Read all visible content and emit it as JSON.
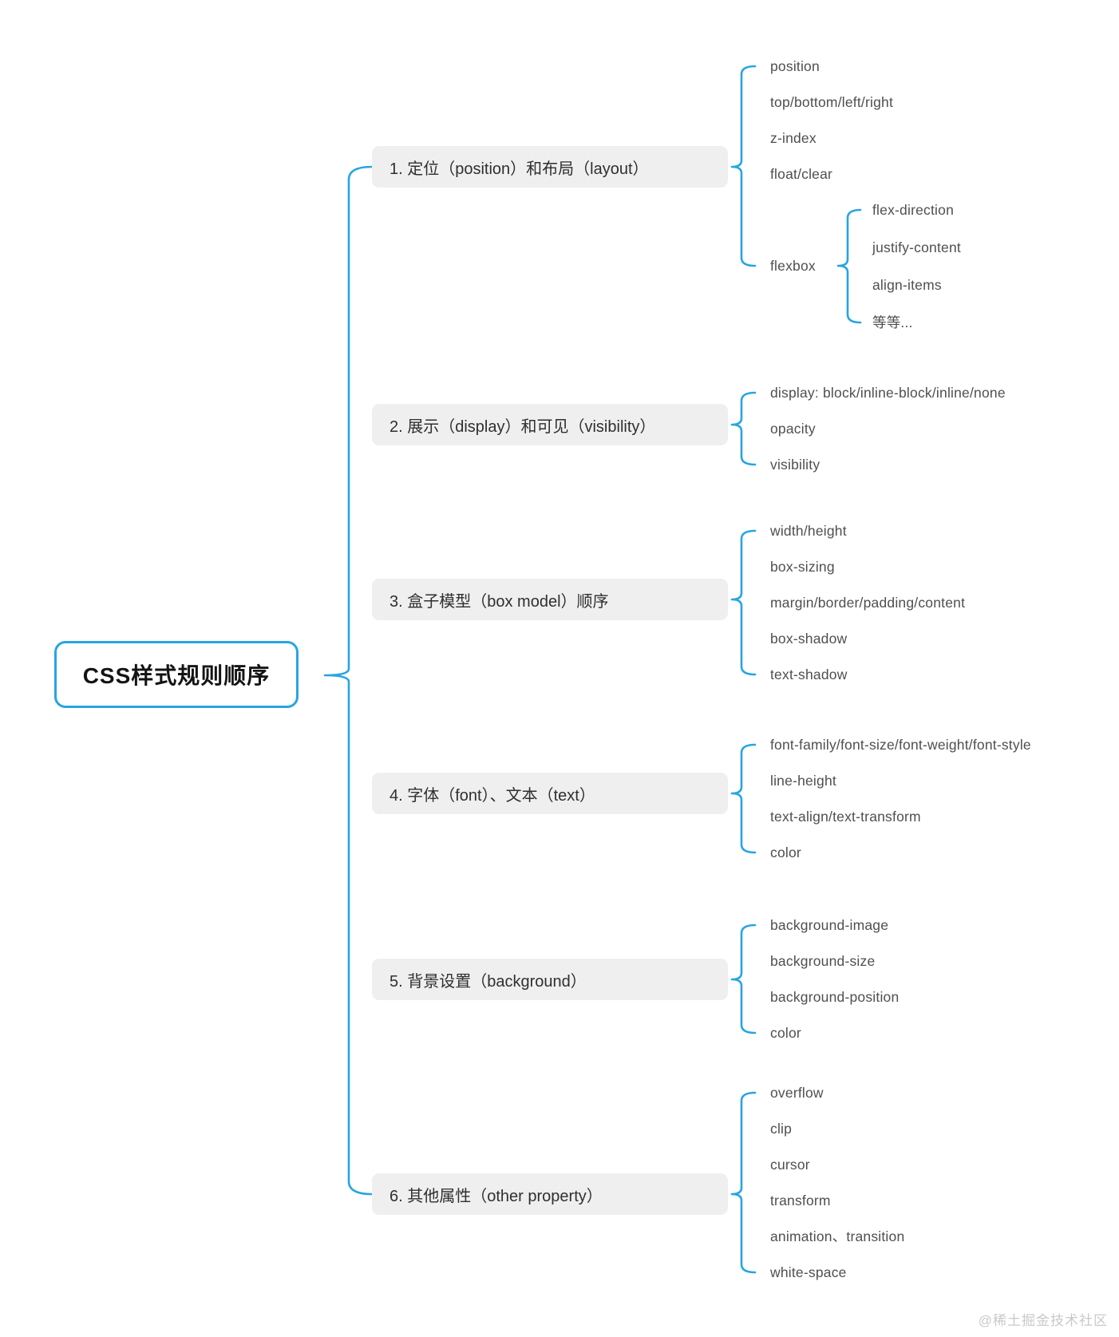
{
  "root": {
    "label": "CSS样式规则顺序"
  },
  "watermark": "@稀土掘金技术社区",
  "colors": {
    "accent": "#27a5e3",
    "branch_bg": "#efefef",
    "leaf_text": "#4f4f4f"
  },
  "branches": [
    {
      "label": "1. 定位（position）和布局（layout）",
      "leaves": [
        {
          "label": "position"
        },
        {
          "label": "top/bottom/left/right"
        },
        {
          "label": "z-index"
        },
        {
          "label": "float/clear"
        },
        {
          "label": "flexbox",
          "children": [
            {
              "label": "flex-direction"
            },
            {
              "label": "justify-content"
            },
            {
              "label": "align-items"
            },
            {
              "label": "等等..."
            }
          ]
        }
      ]
    },
    {
      "label": "2. 展示（display）和可见（visibility）",
      "leaves": [
        {
          "label": "display: block/inline-block/inline/none"
        },
        {
          "label": "opacity"
        },
        {
          "label": "visibility"
        }
      ]
    },
    {
      "label": "3. 盒子模型（box model）顺序",
      "leaves": [
        {
          "label": "width/height"
        },
        {
          "label": "box-sizing"
        },
        {
          "label": "margin/border/padding/content"
        },
        {
          "label": "box-shadow"
        },
        {
          "label": "text-shadow"
        }
      ]
    },
    {
      "label": "4. 字体（font）、文本（text）",
      "leaves": [
        {
          "label": "font-family/font-size/font-weight/font-style"
        },
        {
          "label": "line-height"
        },
        {
          "label": "text-align/text-transform"
        },
        {
          "label": "color"
        }
      ]
    },
    {
      "label": "5. 背景设置（background）",
      "leaves": [
        {
          "label": "background-image"
        },
        {
          "label": "background-size"
        },
        {
          "label": "background-position"
        },
        {
          "label": "color"
        }
      ]
    },
    {
      "label": "6. 其他属性（other property）",
      "leaves": [
        {
          "label": "overflow"
        },
        {
          "label": "clip"
        },
        {
          "label": "cursor"
        },
        {
          "label": "transform"
        },
        {
          "label": "animation、transition"
        },
        {
          "label": "white-space"
        }
      ]
    }
  ]
}
